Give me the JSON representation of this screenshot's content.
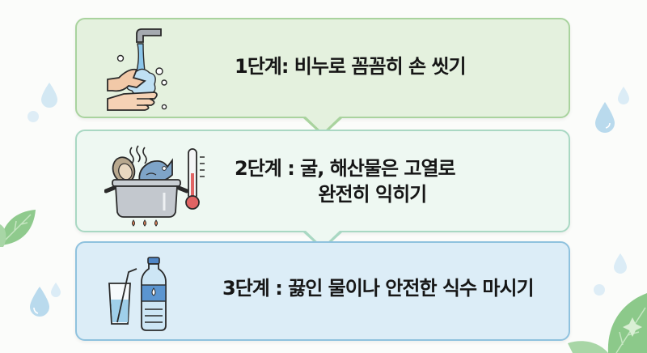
{
  "steps": [
    {
      "label": "1단계: 비누로 꼼꼼히 손 씻기",
      "icon": "handwashing-icon",
      "bg": "#e4f1de",
      "border": "#a9d39e"
    },
    {
      "label_line1": "2단계 : 굴, 해산물은 고열로",
      "label_line2": "완전히 익히기",
      "icon": "cooking-pot-seafood-icon",
      "secondary_icon": "thermometer-icon",
      "bg": "#eef8f2",
      "border": "#a9d8c3"
    },
    {
      "label": "3단계 : 끓인 물이나 안전한 식수 마시기",
      "icon": "water-glass-icon",
      "secondary_icon": "water-bottle-icon",
      "bg": "#dcedf7",
      "border": "#8fc2de"
    }
  ],
  "colors": {
    "background": "#fbfcfa",
    "text": "#161616",
    "water_drop": "#b9daed",
    "leaf": "#8cc98a"
  }
}
